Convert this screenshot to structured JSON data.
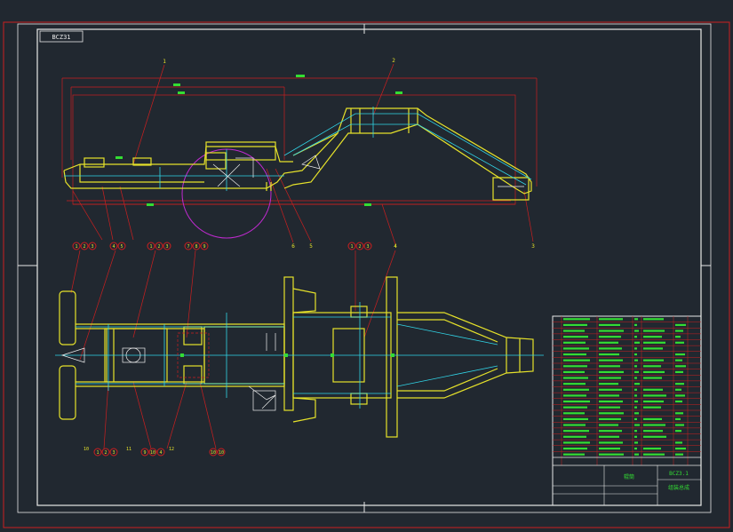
{
  "drawing": {
    "code_box": "BCZ31",
    "title_block_code": "BCZ3.1",
    "title_block_name": "辊筒",
    "title_block_sub": "组装总成"
  },
  "callouts_top": [
    "1",
    "2",
    "3",
    "4",
    "5",
    "6"
  ],
  "callouts_bottom": {
    "g1": [
      "1",
      "2",
      "3"
    ],
    "g2": [
      "4",
      "5"
    ],
    "g3": [
      "1",
      "2",
      "3"
    ],
    "g4": [
      "7",
      "8",
      "9"
    ],
    "g5": [
      "1",
      "2",
      "3"
    ],
    "g6": [
      "4"
    ],
    "b1": [
      "1",
      "2",
      "3"
    ],
    "b2": [
      "9",
      "10",
      "4"
    ],
    "b3": [
      "10",
      "10"
    ],
    "b_labels": [
      "10",
      "11",
      "12"
    ]
  },
  "colors": {
    "background": "#212830",
    "frame": "#e8e8e8",
    "border_red": "#cc1f1f",
    "geometry_yellow": "#e6e22a",
    "centerline_cyan": "#31d6e8",
    "hidden_white": "#f0f0f0",
    "text_green": "#33dd33",
    "circle_magenta": "#c02ad0"
  }
}
